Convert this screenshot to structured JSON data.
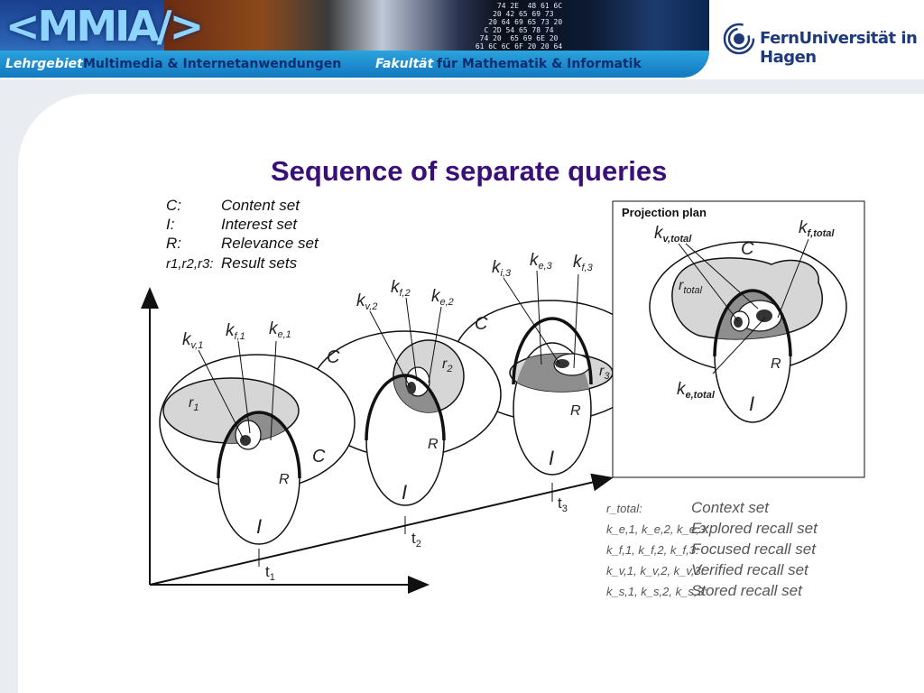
{
  "header": {
    "logo_text": "<MMIA/>",
    "nav_label_1": "Lehrgebiet",
    "nav_value_1": "Multimedia & Internetanwendungen",
    "nav_label_2": "Fakultät",
    "nav_value_2": "für Mathematik & Informatik",
    "university": "FernUniversität in Hagen",
    "hex_text": "      74 2E  48 61 6C\n     20 42 65 69 73\n    20 64 69 65 73 20\n   C 2D 54 65 78 74\n  74 20  65 69 6E 20\n 61 6C 6C 6F 20 20 64"
  },
  "slide": {
    "title": "Sequence of separate queries"
  },
  "legend_top": [
    {
      "key": "C:",
      "value": "Content set"
    },
    {
      "key": "I:",
      "value": "Interest set"
    },
    {
      "key": "R:",
      "value": "Relevance set"
    },
    {
      "key": "r1,r2,r3:",
      "value": "Result sets"
    }
  ],
  "legend_bottom": [
    {
      "key": "r_total:",
      "value": "Context set"
    },
    {
      "key": "k_e,1, k_e,2, k_e,3:",
      "value": "Explored recall set"
    },
    {
      "key": "k_f,1, k_f,2, k_f,3:",
      "value": "Focused recall set"
    },
    {
      "key": "k_v,1, k_v,2, k_v,3:",
      "value": "Verified recall set"
    },
    {
      "key": "k_s,1, k_s,2, k_s,3:",
      "value": "Stored recall set"
    }
  ],
  "diagram": {
    "projection_title": "Projection plan",
    "set_C": "C",
    "set_I": "I",
    "set_R": "R",
    "r1": "r",
    "r1_sub": "1",
    "r2": "r",
    "r2_sub": "2",
    "r3": "r",
    "r3_sub": "3",
    "r_total": "r",
    "r_total_sub": "total",
    "k": "k",
    "kv1_sub": "v,1",
    "kf1_sub": "f,1",
    "ke1_sub": "e,1",
    "kv2_sub": "v,2",
    "kf2_sub": "f,2",
    "ke2_sub": "e,2",
    "ki3_sub": "i,3",
    "ke3_sub": "e,3",
    "kf3_sub": "f,3",
    "kvt_sub": "v,total",
    "kft_sub": "f,total",
    "ket_sub": "e,total",
    "t": "t",
    "t1_sub": "1",
    "t2_sub": "2",
    "t3_sub": "3"
  }
}
